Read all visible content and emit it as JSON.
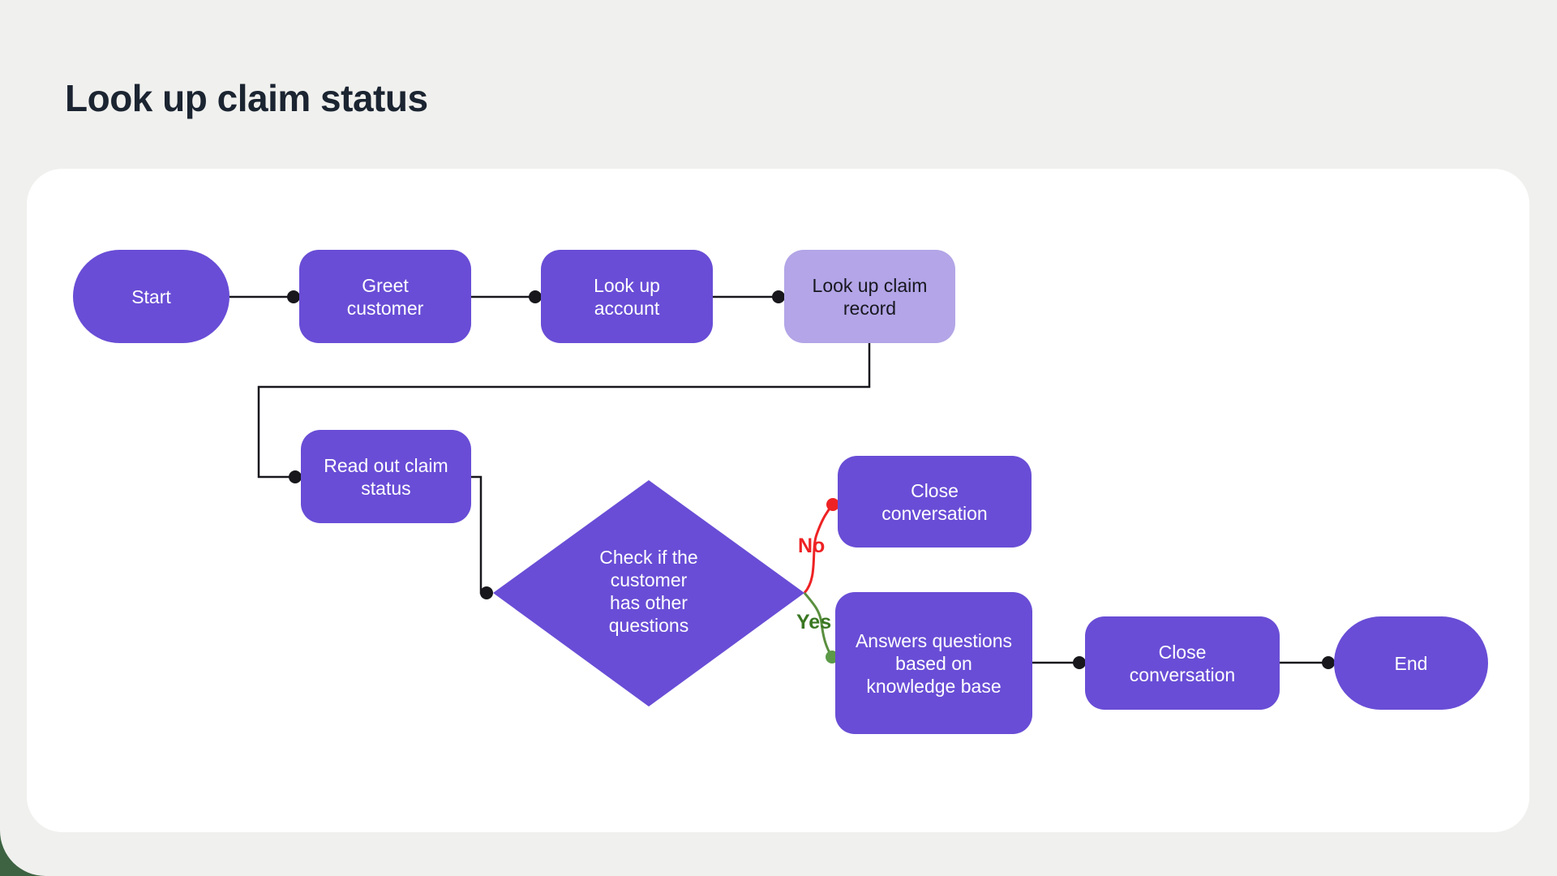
{
  "title": "Look up claim status",
  "flowchart": {
    "nodes": {
      "start": {
        "label": "Start"
      },
      "greet_customer": {
        "label": "Greet\ncustomer"
      },
      "look_up_account": {
        "label": "Look up\naccount"
      },
      "look_up_claim_record": {
        "label": "Look up claim\nrecord"
      },
      "read_out_claim_status": {
        "label": "Read out claim\nstatus"
      },
      "check_other_questions": {
        "label": "Check if the\ncustomer\nhas other\nquestions"
      },
      "close_conversation_no": {
        "label": "Close\nconversation"
      },
      "answers_questions": {
        "label": "Answers questions\nbased on\nknowledge base"
      },
      "close_conversation_end": {
        "label": "Close\nconversation"
      },
      "end": {
        "label": "End"
      }
    },
    "edge_labels": {
      "no": "No",
      "yes": "Yes"
    },
    "colors": {
      "node_purple": "#694dd6",
      "node_purple_highlight": "#b3a5e7",
      "edge_black": "#17171c",
      "no_red": "#ee2224",
      "yes_text_green": "#3a7722",
      "yes_curve_green": "#5a8f3f",
      "yes_dot_green": "#5c9a49",
      "page_background": "#f0f0ee",
      "card_background": "#ffffff",
      "title_text": "#1b2431",
      "corner_green": "#3d6342"
    }
  }
}
